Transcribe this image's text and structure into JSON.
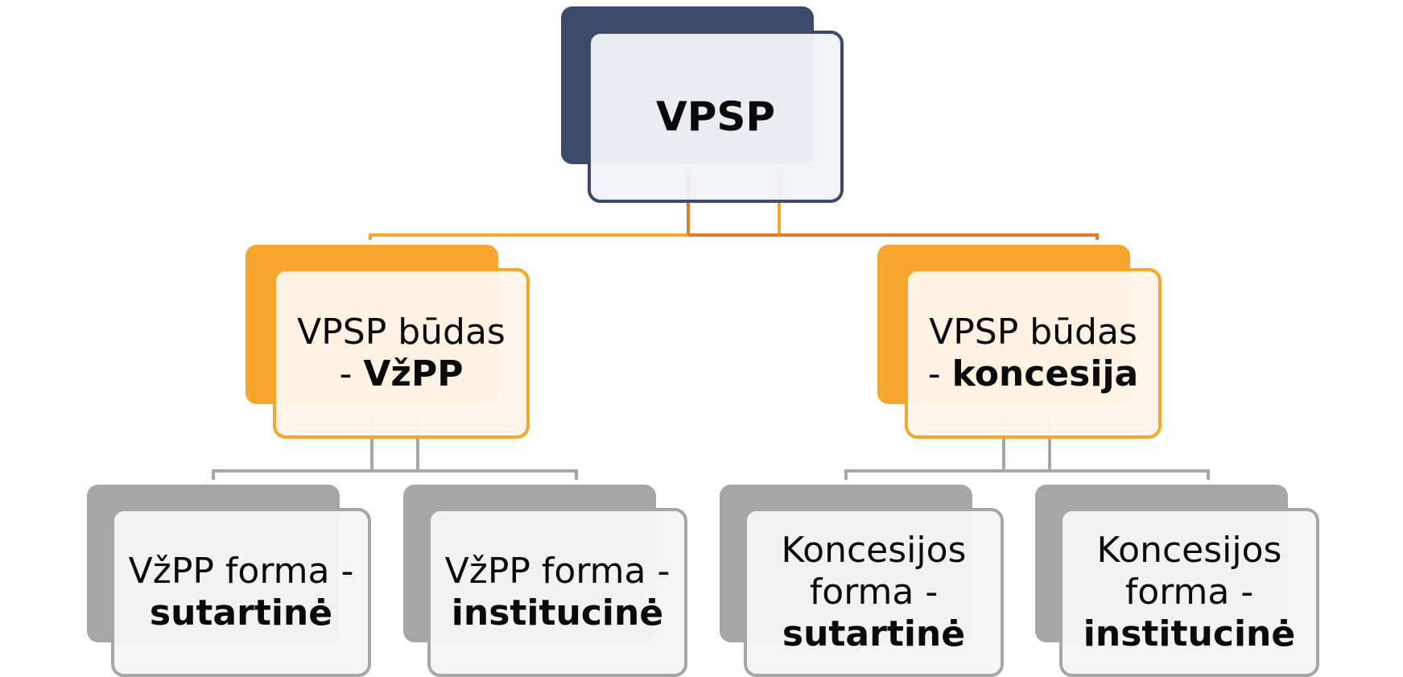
{
  "diagram": {
    "root": {
      "label": "VPSP"
    },
    "level2": [
      {
        "line1": "VPSP būdas",
        "prefix": "- ",
        "bold": "VžPP"
      },
      {
        "line1": "VPSP būdas",
        "prefix": "- ",
        "bold": "koncesija"
      }
    ],
    "level3": [
      {
        "line1": "VžPP forma -",
        "bold": "sutartinė"
      },
      {
        "line1": "VžPP forma -",
        "bold": "institucinė"
      },
      {
        "line1": "Koncesijos",
        "line2": "forma -",
        "bold": "sutartinė"
      },
      {
        "line1": "Koncesijos",
        "line2": "forma -",
        "bold": "institucinė"
      }
    ]
  },
  "colors": {
    "root": "#3b4a6b",
    "level2": "#f6a62c",
    "level3": "#a6a6a6",
    "connector_orange": "#f6a62c",
    "connector_dark_orange": "#e07b2c",
    "connector_gray": "#a6a6a6"
  }
}
